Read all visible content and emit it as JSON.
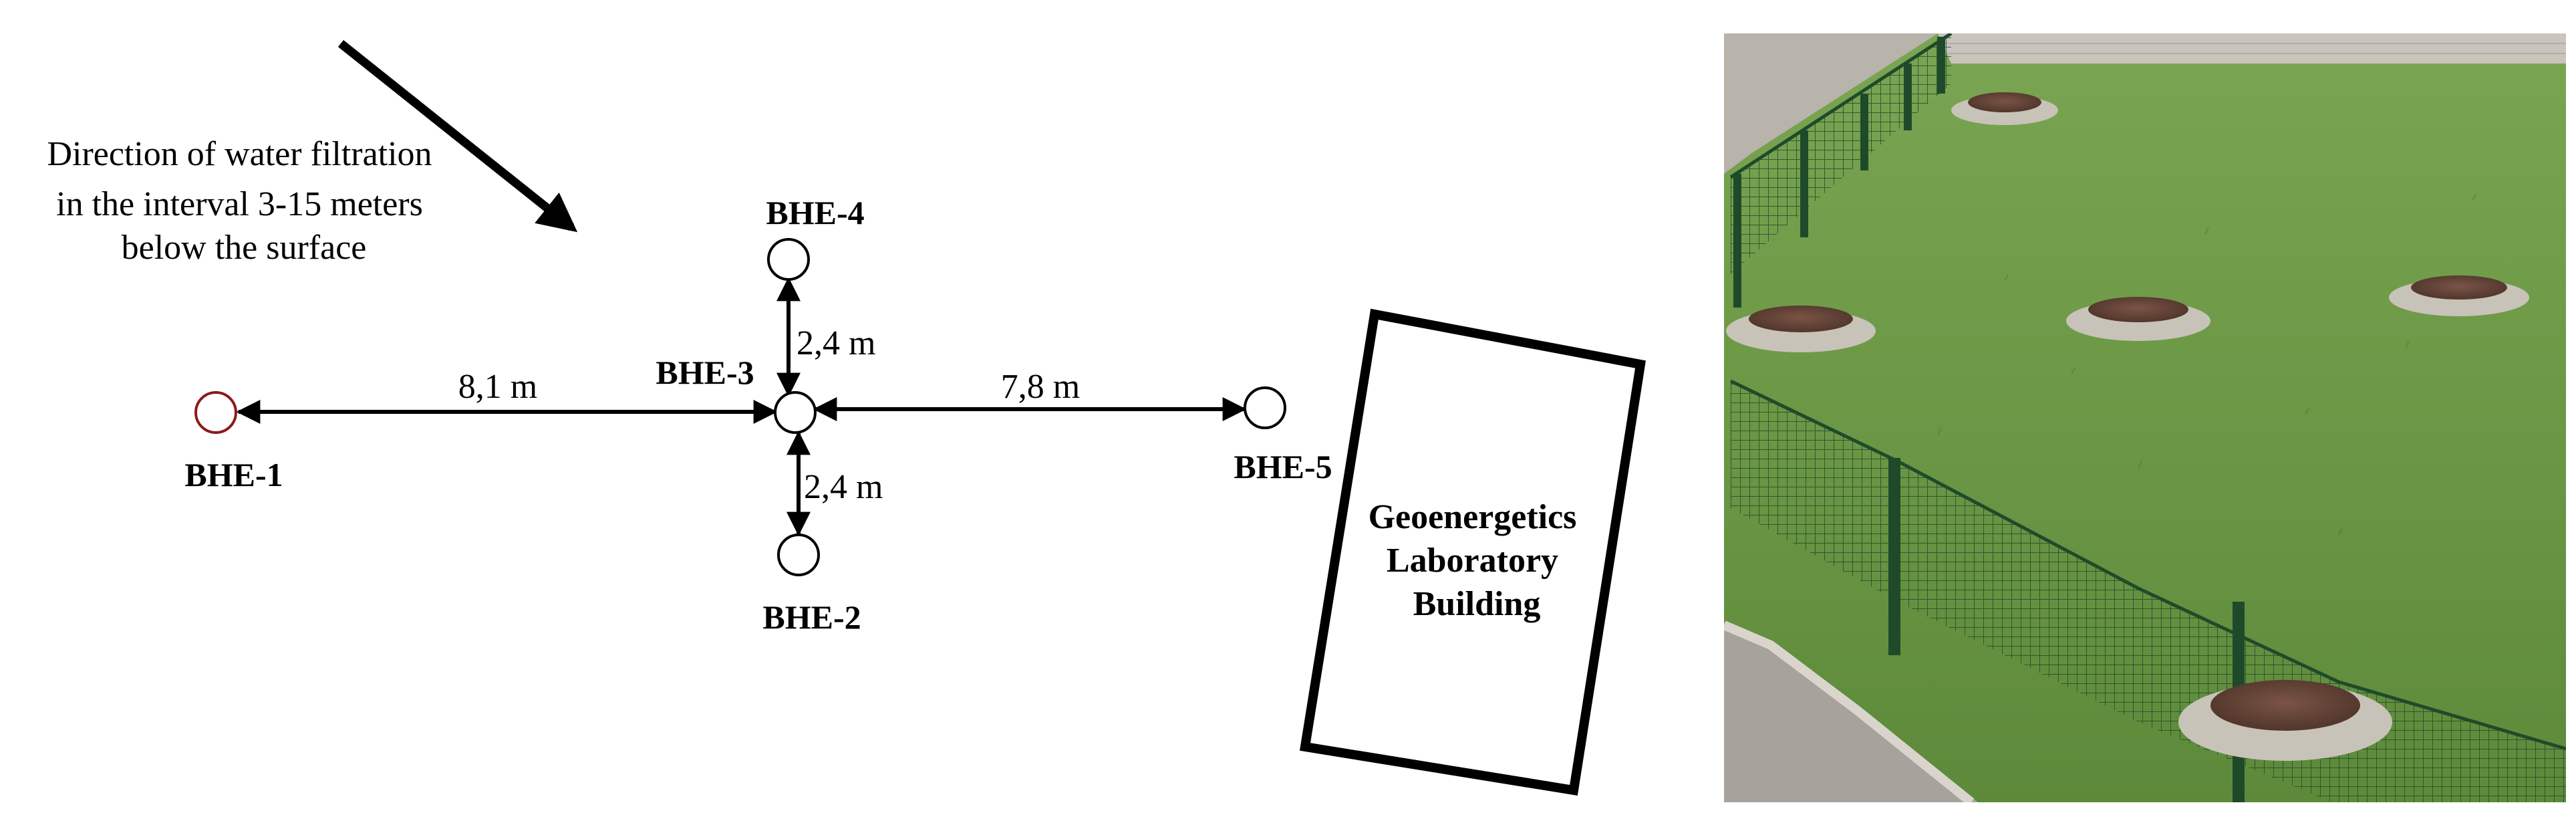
{
  "diagram": {
    "flow_note": {
      "lines": [
        "Direction of water filtration",
        "in the interval 3-15 meters",
        "below the surface"
      ]
    },
    "boreholes": {
      "bhe1": "BHE-1",
      "bhe2": "BHE-2",
      "bhe3": "BHE-3",
      "bhe4": "BHE-4",
      "bhe5": "BHE-5"
    },
    "distances": {
      "bhe1_to_bhe3": "8,1 m",
      "bhe3_to_bhe5": "7,8 m",
      "bhe3_to_bhe4": "2,4 m",
      "bhe3_to_bhe2": "2,4 m"
    },
    "building": {
      "lines": [
        "Geoenergetics",
        "Laboratory",
        "Building"
      ]
    },
    "colors": {
      "line": "#000000",
      "bhe1_outline": "#8b1a1a",
      "text": "#000000"
    }
  },
  "photo": {
    "colors": {
      "grass": "#6f9a4a",
      "grass_dark": "#5a8238",
      "pavement": "#b8b3ab",
      "wall": "#c9c4bc",
      "fence": "#1f4a2a",
      "manhole_ring": "#c8c3b8",
      "manhole_lid": "#6b4a3c"
    }
  }
}
